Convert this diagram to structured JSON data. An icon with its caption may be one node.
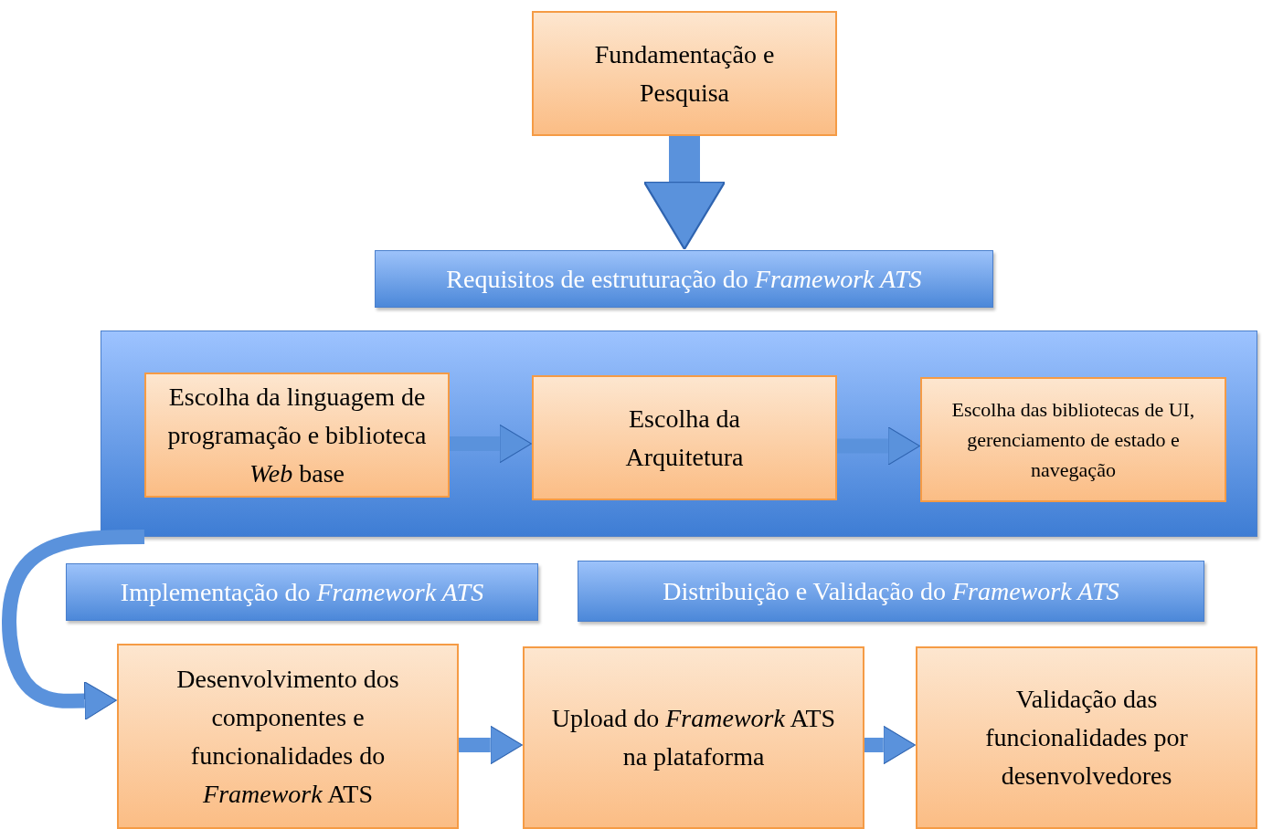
{
  "diagram": {
    "nodes": [
      {
        "text": [
          "Fundamentação e Pesquisa"
        ]
      },
      {
        "text": [
          "Requisitos de estruturação do *Framework ATS*"
        ]
      },
      {
        "text": [],
        "shape": "box"
      },
      {
        "text": [
          "Escolha da linguagem de programação e biblioteca *Web* base"
        ],
        "in": 2
      },
      {
        "text": [
          "Escolha da Arquitetura"
        ],
        "in": 2
      },
      {
        "text": [
          "Escolha das bibliotecas de UI, gerenciamento de estado e navegação"
        ],
        "in": 2
      },
      {
        "text": [
          "Implementação do *Framework ATS*"
        ]
      },
      {
        "text": [
          "Distribuição e Validação do *Framework ATS*"
        ]
      },
      {
        "text": [
          "Desenvolvimento dos componentes e funcionalidades do *Framework* ATS"
        ]
      },
      {
        "text": [
          "Upload do *Framework* ATS na plataforma"
        ]
      },
      {
        "text": [
          "Validação das funcionalidades por desenvolvedores"
        ]
      }
    ],
    "edges": [
      {
        "from": 0,
        "to": 1,
        "arrow": "to",
        "style": "thick"
      },
      {
        "from": 3,
        "to": 4,
        "arrow": "to"
      },
      {
        "from": 4,
        "to": 5,
        "arrow": "to"
      },
      {
        "from": 2,
        "to": 8,
        "arrow": "to"
      },
      {
        "from": 8,
        "to": 9,
        "arrow": "to"
      },
      {
        "from": 9,
        "to": 10,
        "arrow": "to"
      }
    ]
  }
}
